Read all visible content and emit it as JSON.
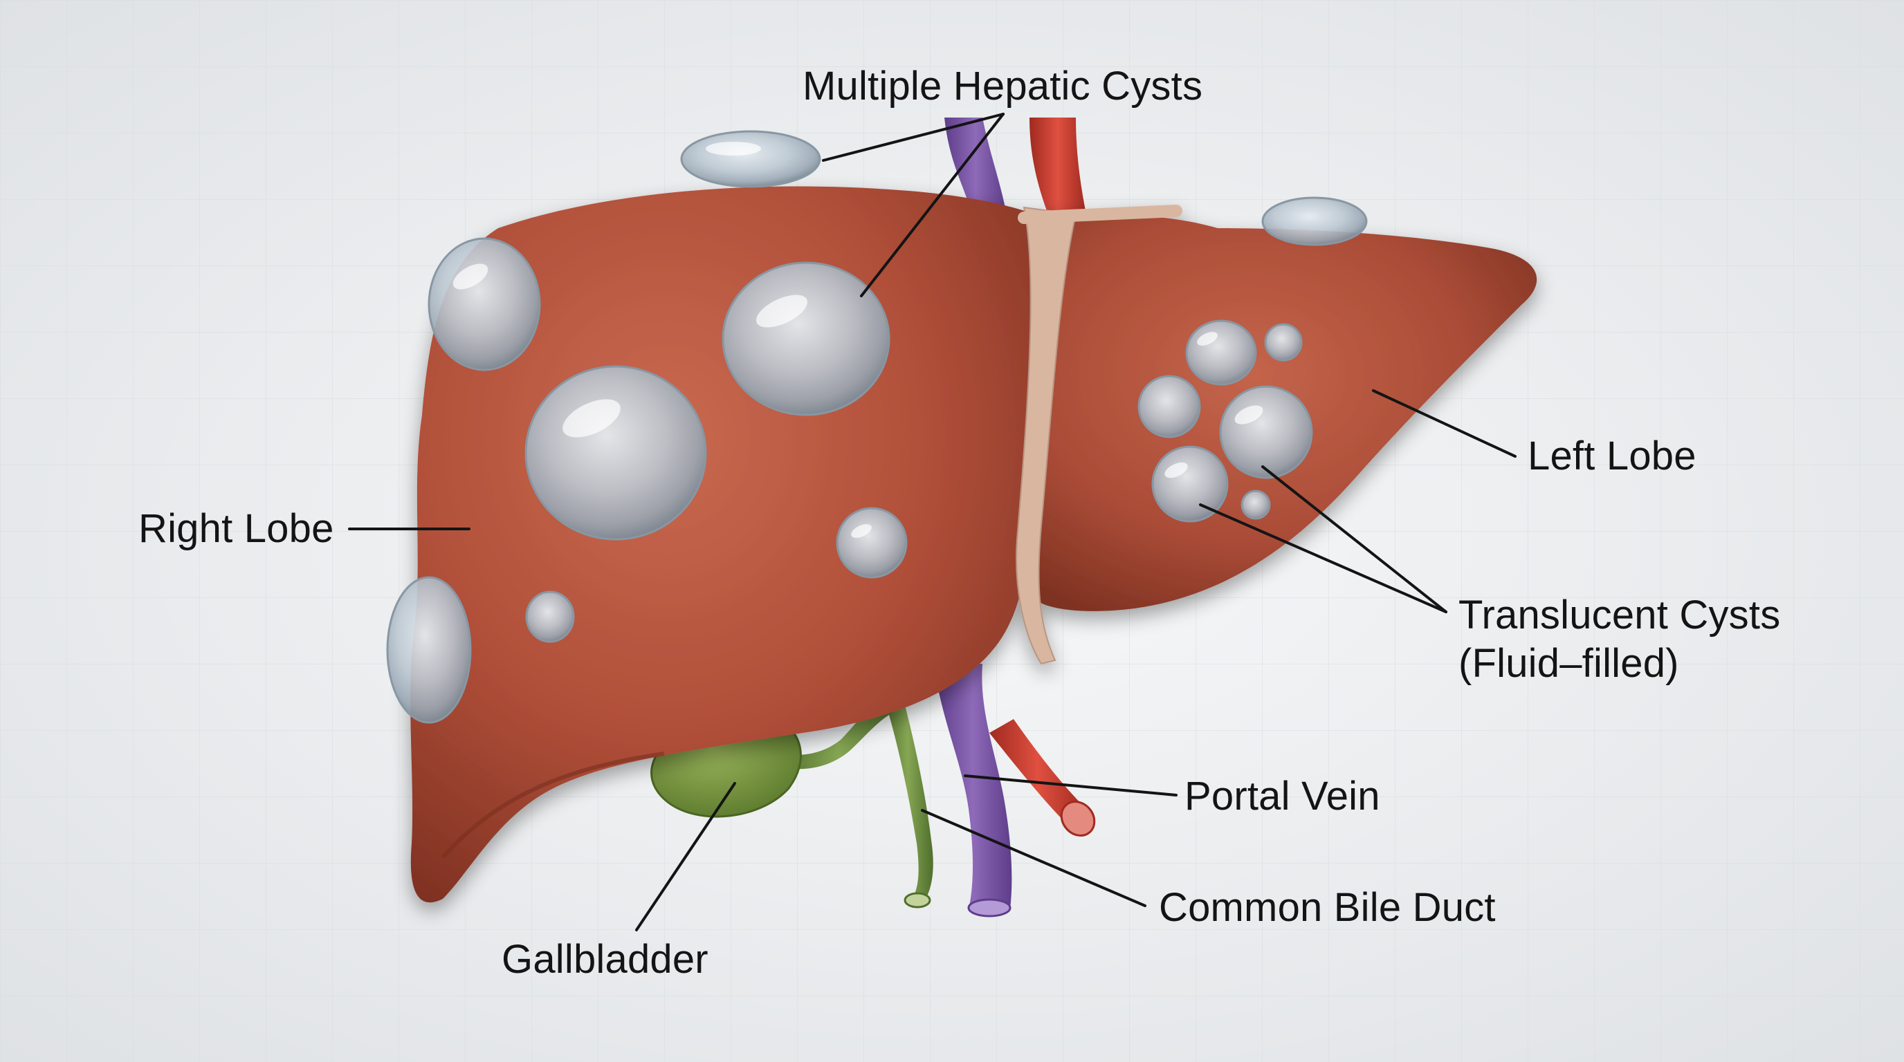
{
  "diagram": {
    "subject": "liver with multiple hepatic cysts",
    "labels": {
      "multiple_hepatic_cysts": "Multiple Hepatic Cysts",
      "right_lobe": "Right Lobe",
      "left_lobe": "Left Lobe",
      "translucent_cysts_line1": "Translucent Cysts",
      "translucent_cysts_line2": "(Fluid–filled)",
      "portal_vein": "Portal Vein",
      "common_bile_duct": "Common Bile Duct",
      "gallbladder": "Gallbladder"
    },
    "colors": {
      "background": "#eceef0",
      "liver": "#b5513b",
      "liver_dark": "#8a3424",
      "cyst": "#c9d3dc",
      "ligament": "#d8b7a0",
      "portal_vein": "#7b57a8",
      "artery": "#c8382c",
      "bile_duct": "#6f8f45",
      "gallbladder": "#7b9a3f",
      "leader_line": "#141414",
      "text": "#141414"
    }
  }
}
